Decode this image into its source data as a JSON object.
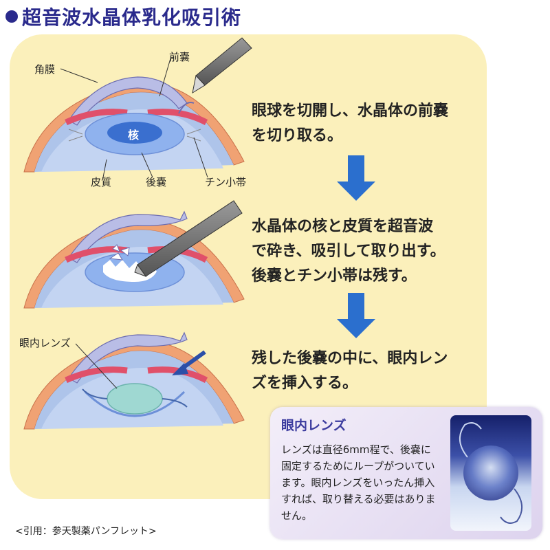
{
  "title": "超音波水晶体乳化吸引術",
  "steps": [
    {
      "lines": [
        "眼球を切開し、水晶体の前嚢",
        "を切り取る。"
      ]
    },
    {
      "lines": [
        "水晶体の核と皮質を超音波",
        "で砕き、吸引して取り出す。",
        "後嚢とチン小帯は残す。"
      ]
    },
    {
      "lines": [
        "残した後嚢の中に、眼内レン",
        "ズを挿入する。"
      ]
    }
  ],
  "labels": {
    "cornea": "角膜",
    "anterior_capsule": "前嚢",
    "nucleus": "核",
    "cortex": "皮質",
    "posterior_capsule": "後嚢",
    "zonule": "チン小帯",
    "iol": "眼内レンズ"
  },
  "info_box": {
    "heading": "眼内レンズ",
    "body": "レンズは直径6mm程で、後嚢に固定するためにループがついています。眼内レンズをいったん挿入すれば、取り替える必要はありません。"
  },
  "citation": "<引用：参天製薬パンフレット>",
  "colors": {
    "title": "#2a2a8c",
    "panel": "#fbf0bb",
    "arrow": "#2b6fce",
    "cornea": "#b9bde6",
    "sclera": "#f0a273",
    "iris": "#e0506a",
    "lens_cortex": "#8fb2ee",
    "lens_nucleus": "#3a6fcf",
    "iol": "#9fd8d2",
    "info_heading": "#3b3b9e"
  },
  "icons": [
    "down-arrow-icon",
    "scalpel-icon",
    "phaco-probe-icon",
    "insert-arrow-icon"
  ]
}
